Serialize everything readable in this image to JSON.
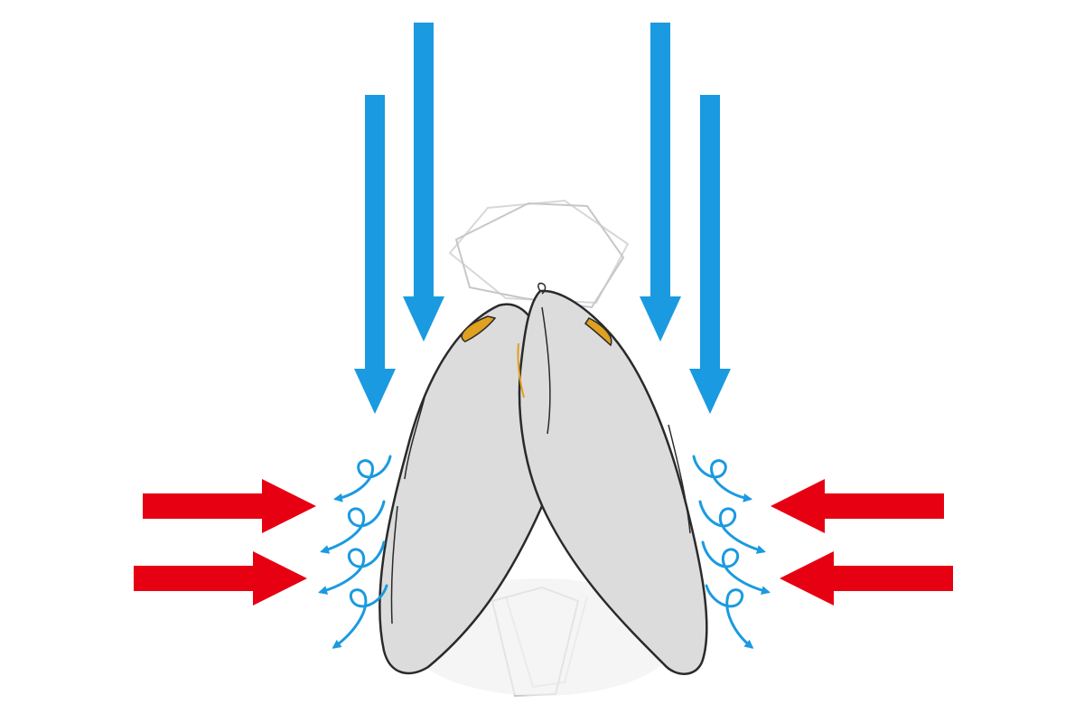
{
  "diagram": {
    "subject": "insect-wing-clap-and-fling",
    "colors": {
      "background": "#ffffff",
      "downwash_arrow": "#1a9ae0",
      "side_flow_arrow": "#e60012",
      "vortex": "#1a9ae0",
      "wing_fill": "#dcdcdc",
      "wing_outline": "#2a2a2a",
      "ghost_outline": "#9a9a9a",
      "wing_base_accent": "#e0a020"
    },
    "icons": {
      "downwash": "arrow-down-icon",
      "side_flow_left": "arrow-right-icon",
      "side_flow_right": "arrow-left-icon",
      "vortex": "curl-arrow-icon"
    },
    "downwash_arrow_count": 4,
    "side_flow_arrow_count": 4,
    "vortex_count_per_side": 4
  }
}
